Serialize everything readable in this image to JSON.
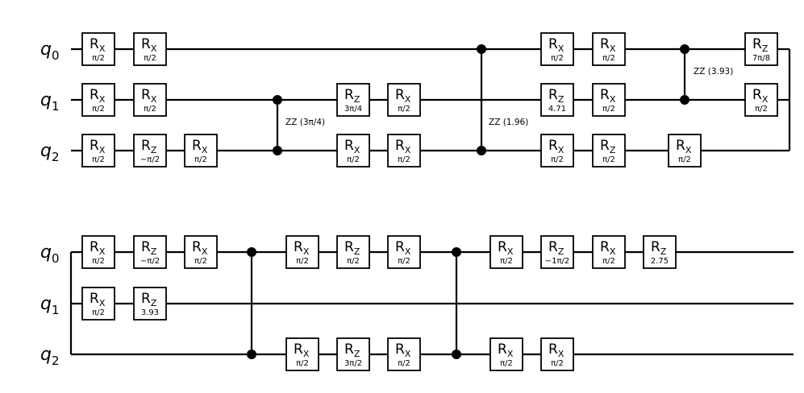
{
  "rows": [
    {
      "qubits": [
        {
          "label": "q",
          "index": "0"
        },
        {
          "label": "q",
          "index": "1"
        },
        {
          "label": "q",
          "index": "2"
        }
      ],
      "gates": [
        {
          "q": 0,
          "name": "R",
          "sub": "X",
          "param": "π/2"
        },
        {
          "q": 1,
          "name": "R",
          "sub": "X",
          "param": "π/2"
        },
        {
          "q": 2,
          "name": "R",
          "sub": "X",
          "param": "π/2"
        },
        {
          "q": 0,
          "name": "R",
          "sub": "X",
          "param": "π/2"
        },
        {
          "q": 1,
          "name": "R",
          "sub": "X",
          "param": "π/2"
        },
        {
          "q": 2,
          "name": "R",
          "sub": "Z",
          "param": "−π/2"
        },
        {
          "q": 2,
          "name": "R",
          "sub": "X",
          "param": "π/2"
        },
        {
          "q": 1,
          "name": "R",
          "sub": "Z",
          "param": "3π/4"
        },
        {
          "q": 2,
          "name": "R",
          "sub": "X",
          "param": "π/2"
        },
        {
          "q": 1,
          "name": "R",
          "sub": "X",
          "param": "π/2"
        },
        {
          "q": 2,
          "name": "R",
          "sub": "X",
          "param": "π/2"
        },
        {
          "q": 0,
          "name": "R",
          "sub": "X",
          "param": "π/2"
        },
        {
          "q": 1,
          "name": "R",
          "sub": "Z",
          "param": "4.71"
        },
        {
          "q": 2,
          "name": "R",
          "sub": "X",
          "param": "π/2"
        },
        {
          "q": 0,
          "name": "R",
          "sub": "X",
          "param": "π/2"
        },
        {
          "q": 1,
          "name": "R",
          "sub": "X",
          "param": "π/2"
        },
        {
          "q": 2,
          "name": "R",
          "sub": "Z",
          "param": "π/2"
        },
        {
          "q": 2,
          "name": "R",
          "sub": "X",
          "param": "π/2"
        },
        {
          "q": 0,
          "name": "R",
          "sub": "Z",
          "param": "7π/8"
        },
        {
          "q": 1,
          "name": "R",
          "sub": "X",
          "param": "π/2"
        }
      ],
      "zz": [
        {
          "q_top": 1,
          "q_bot": 2,
          "label": "ZZ (3π/4)"
        },
        {
          "q_top": 0,
          "q_bot": 2,
          "label": "ZZ (1.96)"
        },
        {
          "q_top": 0,
          "q_bot": 1,
          "label": "ZZ (3.93)"
        }
      ]
    },
    {
      "qubits": [
        {
          "label": "q",
          "index": "0"
        },
        {
          "label": "q",
          "index": "1"
        },
        {
          "label": "q",
          "index": "2"
        }
      ],
      "gates": [
        {
          "q": 0,
          "name": "R",
          "sub": "X",
          "param": "π/2"
        },
        {
          "q": 1,
          "name": "R",
          "sub": "X",
          "param": "π/2"
        },
        {
          "q": 0,
          "name": "R",
          "sub": "Z",
          "param": "−π/2"
        },
        {
          "q": 1,
          "name": "R",
          "sub": "Z",
          "param": "3.93"
        },
        {
          "q": 0,
          "name": "R",
          "sub": "X",
          "param": "π/2"
        },
        {
          "q": 0,
          "name": "R",
          "sub": "X",
          "param": "π/2"
        },
        {
          "q": 2,
          "name": "R",
          "sub": "X",
          "param": "π/2"
        },
        {
          "q": 0,
          "name": "R",
          "sub": "Z",
          "param": "π/2"
        },
        {
          "q": 2,
          "name": "R",
          "sub": "Z",
          "param": "3π/2"
        },
        {
          "q": 0,
          "name": "R",
          "sub": "X",
          "param": "π/2"
        },
        {
          "q": 2,
          "name": "R",
          "sub": "X",
          "param": "π/2"
        },
        {
          "q": 0,
          "name": "R",
          "sub": "X",
          "param": "π/2"
        },
        {
          "q": 2,
          "name": "R",
          "sub": "X",
          "param": "π/2"
        },
        {
          "q": 0,
          "name": "R",
          "sub": "Z",
          "param": "−1π/2"
        },
        {
          "q": 2,
          "name": "R",
          "sub": "X",
          "param": "π/2"
        },
        {
          "q": 0,
          "name": "R",
          "sub": "X",
          "param": "π/2"
        },
        {
          "q": 0,
          "name": "R",
          "sub": "Z",
          "param": "2.75"
        }
      ],
      "zz": [
        {
          "q_top": 0,
          "q_bot": 2,
          "label": ""
        },
        {
          "q_top": 0,
          "q_bot": 2,
          "label": ""
        }
      ]
    }
  ]
}
